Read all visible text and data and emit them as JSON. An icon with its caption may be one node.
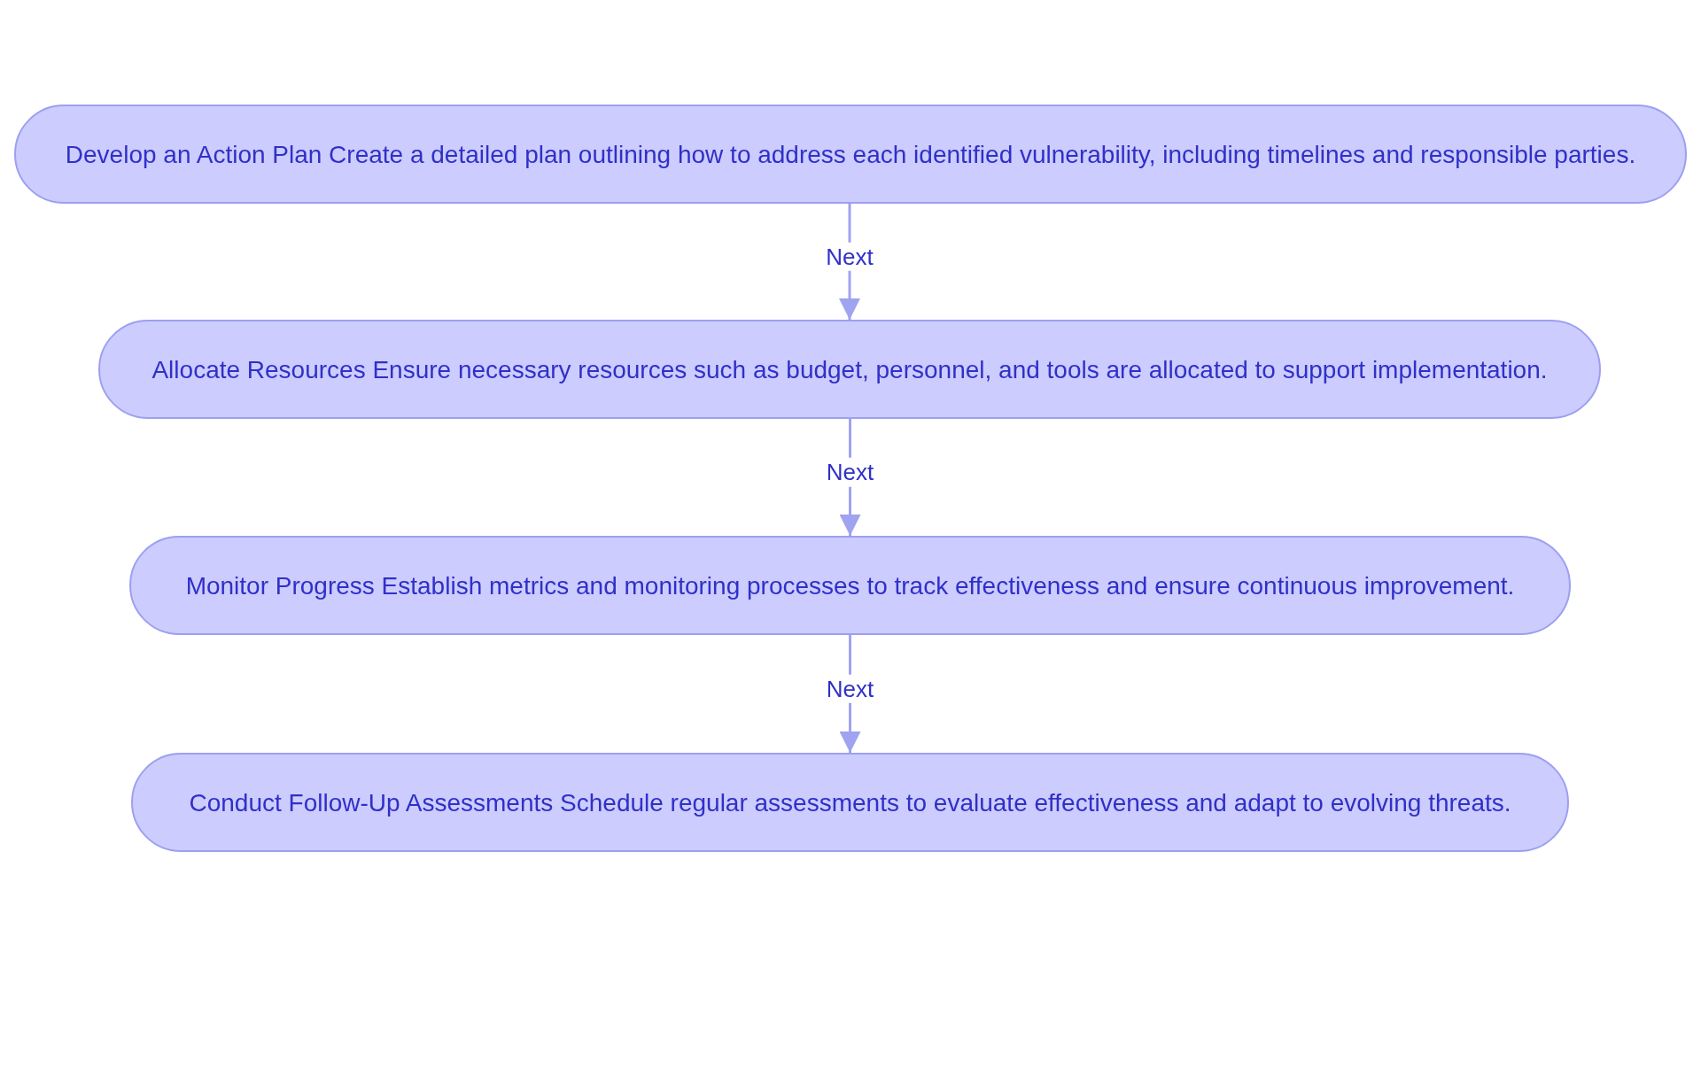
{
  "diagram": {
    "nodes": [
      {
        "text": [
          "Develop an Action Plan Create a detailed plan outlining how to address each identified vulnerability, including timelines and responsible parties."
        ]
      },
      {
        "text": [
          "Allocate Resources Ensure necessary resources such as budget, personnel, and tools are allocated to support implementation."
        ]
      },
      {
        "text": [
          "Monitor Progress Establish metrics and monitoring processes to track effectiveness and ensure continuous improvement."
        ]
      },
      {
        "text": [
          "Conduct Follow-Up Assessments Schedule regular assessments to evaluate effectiveness and adapt to evolving threats."
        ]
      }
    ],
    "edges": [
      {
        "from": 0,
        "to": 1,
        "arrow": "to",
        "label": "Next"
      },
      {
        "from": 1,
        "to": 2,
        "arrow": "to",
        "label": "Next"
      },
      {
        "from": 2,
        "to": 3,
        "arrow": "to",
        "label": "Next"
      }
    ]
  }
}
